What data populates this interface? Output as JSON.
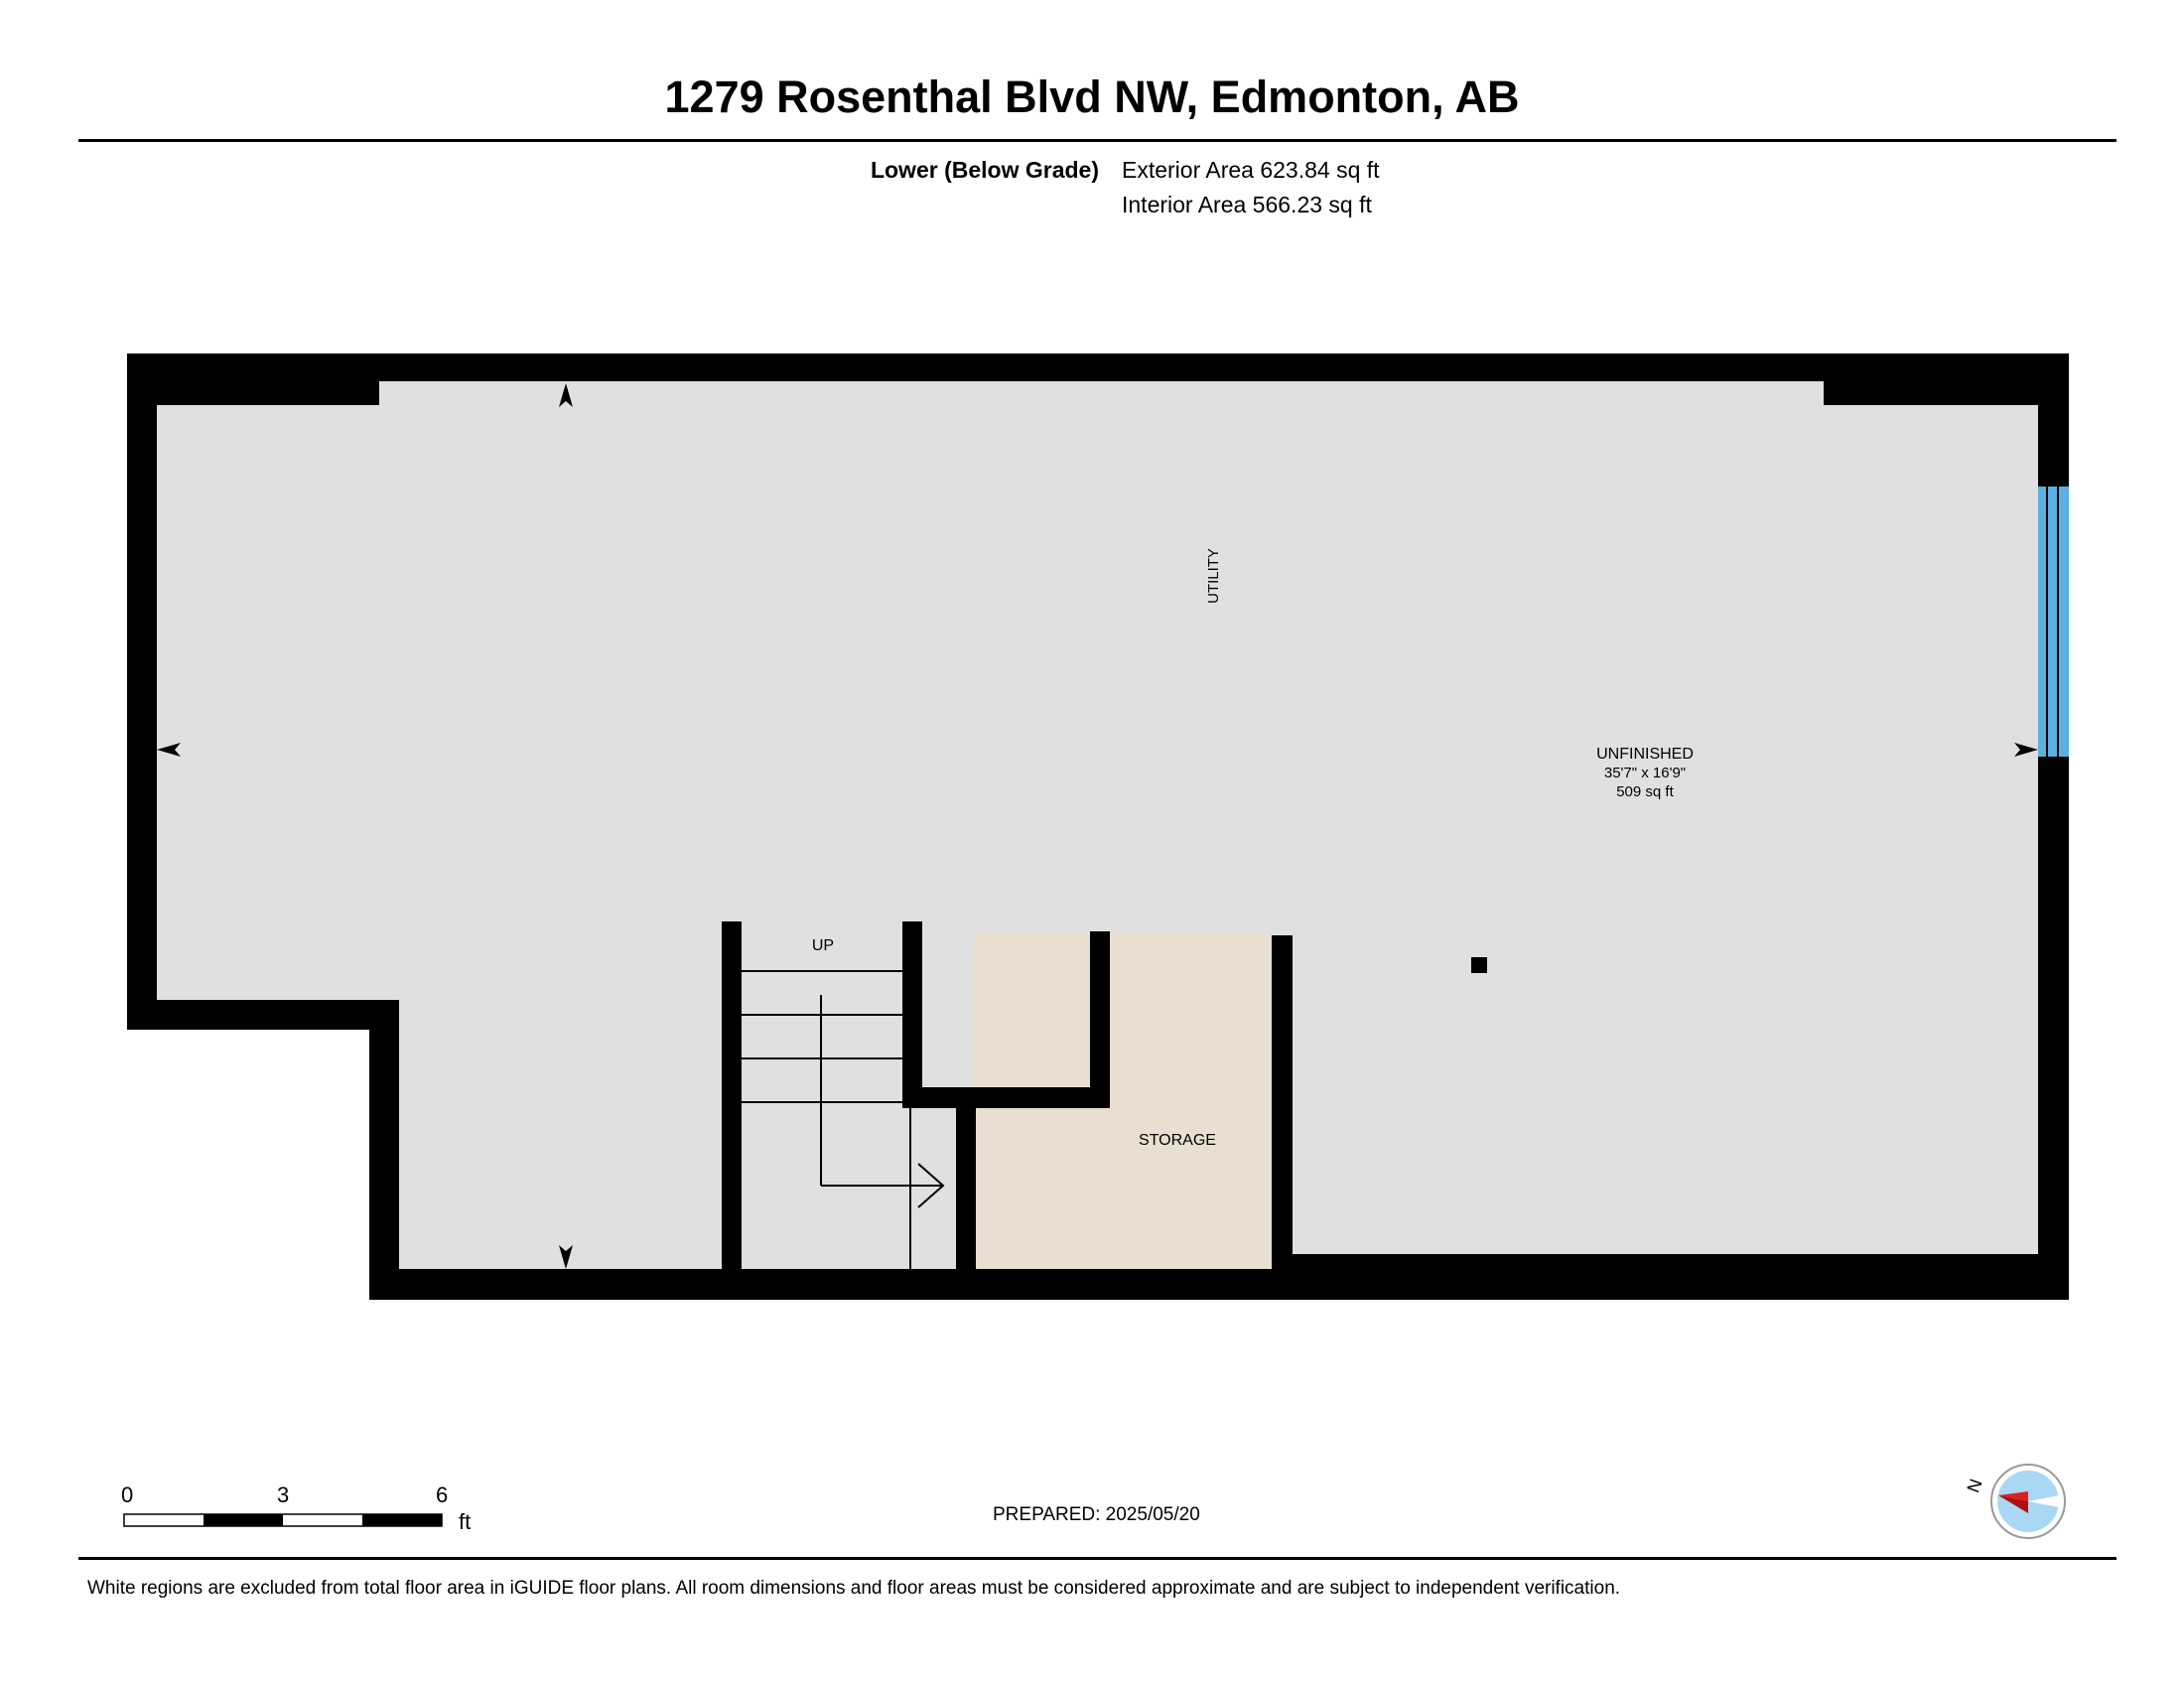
{
  "header": {
    "address": "1279 Rosenthal Blvd NW, Edmonton, AB",
    "level_label": "Lower (Below Grade)",
    "exterior_area": "Exterior Area 623.84 sq ft",
    "interior_area": "Interior Area 566.23 sq ft"
  },
  "rooms": {
    "utility": "UTILITY",
    "unfinished_name": "UNFINISHED",
    "unfinished_dims": "35'7\" x 16'9\"",
    "unfinished_area": "509 sq ft",
    "stairs": "UP",
    "storage": "STORAGE"
  },
  "scale_bar": {
    "ticks": [
      "0",
      "3",
      "6"
    ],
    "unit": "ft"
  },
  "compass": {
    "label": "N"
  },
  "footer": {
    "prepared": "PREPARED: 2025/05/20",
    "disclaimer": "White regions are excluded from total floor area in iGUIDE floor plans. All room dimensions and floor areas must be considered approximate and are subject to independent verification."
  },
  "colors": {
    "wall": "#000000",
    "floor": "#e0e0e0",
    "storage_floor": "#e8dfd0",
    "window": "#5ab0e0",
    "compass_red": "#e01e1e",
    "compass_blue": "#a9d8f5"
  }
}
